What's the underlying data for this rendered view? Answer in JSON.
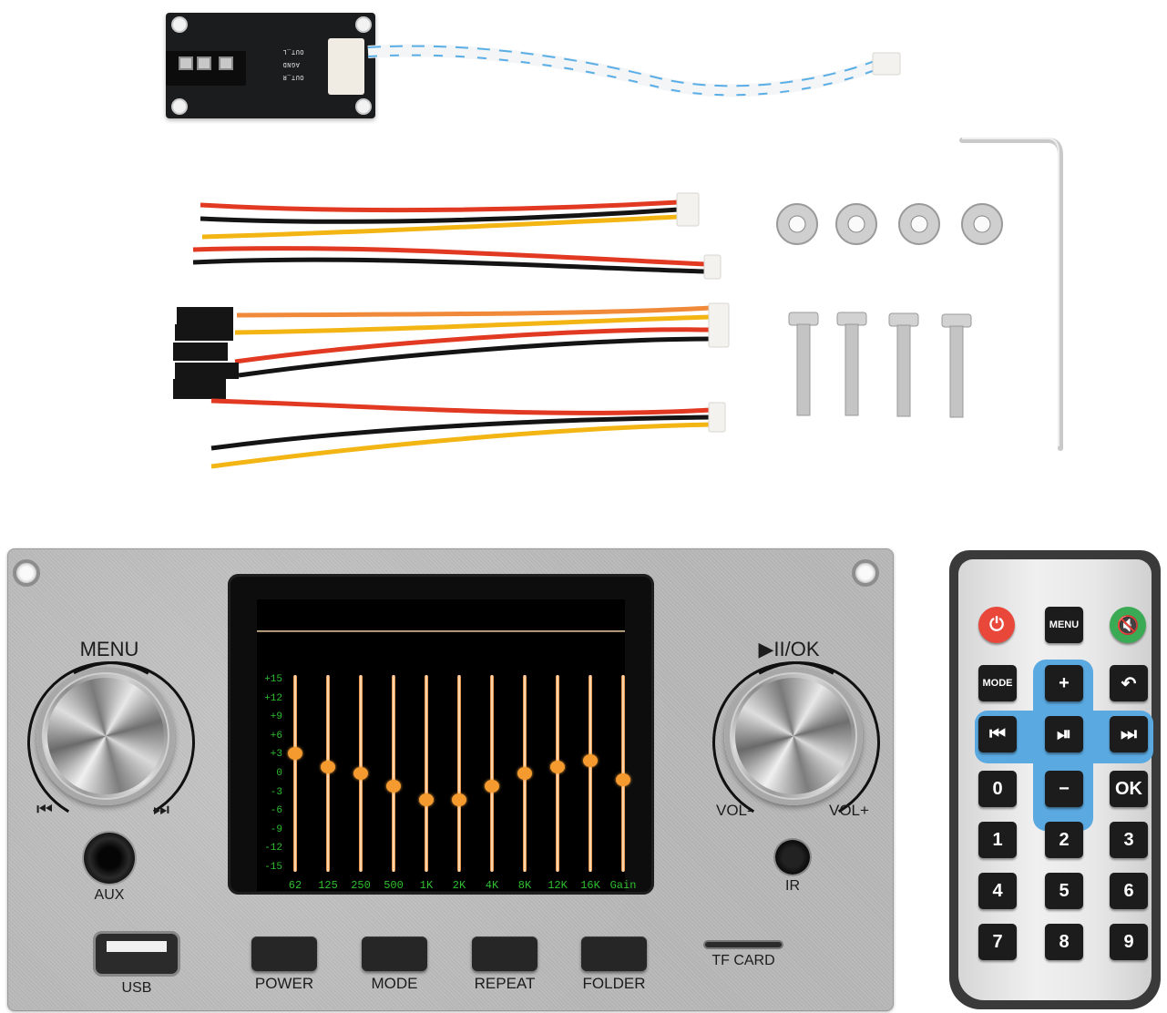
{
  "scene": {
    "title": "Audio decoder module kit with EQ display, cables, screws and IR remote"
  },
  "pcb_module": {
    "pin_labels": [
      "OUT_L",
      "AGND",
      "OUT_R"
    ]
  },
  "accessories": {
    "nut_count": 4,
    "screw_count": 4,
    "hex_key_count": 1,
    "cable_colors": {
      "red": "#e23a22",
      "black": "#141414",
      "yellow": "#f2b514",
      "orange": "#f08a3a",
      "blue_stripe": "#5aaee6"
    }
  },
  "panel": {
    "left_knob": {
      "label": "MENU",
      "prev_icon": "⏮",
      "next_icon": "⏭"
    },
    "right_knob": {
      "label": "▶II/OK",
      "vol_minus": "VOL-",
      "vol_plus": "VOL+"
    },
    "aux_label": "AUX",
    "usb_label": "USB",
    "ir_label": "IR",
    "tf_label": "TF CARD",
    "buttons": [
      {
        "label": "POWER"
      },
      {
        "label": "MODE"
      },
      {
        "label": "REPEAT"
      },
      {
        "label": "FOLDER"
      }
    ]
  },
  "equalizer": {
    "scale_min": -15,
    "scale_max": 15,
    "ticks": [
      "+15",
      "+12",
      "+9",
      "+6",
      "+3",
      "0",
      "-3",
      "-6",
      "-9",
      "-12",
      "-15"
    ],
    "bands": [
      {
        "label": "62",
        "value": 3
      },
      {
        "label": "125",
        "value": 1
      },
      {
        "label": "250",
        "value": 0
      },
      {
        "label": "500",
        "value": -2
      },
      {
        "label": "1K",
        "value": -4
      },
      {
        "label": "2K",
        "value": -4
      },
      {
        "label": "4K",
        "value": -2
      },
      {
        "label": "8K",
        "value": 0
      },
      {
        "label": "12K",
        "value": 1
      },
      {
        "label": "16K",
        "value": 2
      },
      {
        "label": "Gain",
        "value": -1
      }
    ],
    "colors": {
      "label_green": "#2fbf2f",
      "knob_orange": "#f59a2e"
    }
  },
  "remote": {
    "rows": [
      [
        {
          "name": "power",
          "label": "⏻",
          "color": "#e8473a"
        },
        {
          "name": "menu",
          "label": "MENU"
        },
        {
          "name": "mute",
          "label": "🔇",
          "color": "#3aaa55"
        }
      ],
      [
        {
          "name": "mode",
          "label": "MODE"
        },
        {
          "name": "plus",
          "label": "+"
        },
        {
          "name": "back",
          "label": "↶"
        }
      ],
      [
        {
          "name": "prev",
          "label": "⏮"
        },
        {
          "name": "play-pause",
          "label": "⏯"
        },
        {
          "name": "next",
          "label": "⏭"
        }
      ],
      [
        {
          "name": "digit-0",
          "label": "0"
        },
        {
          "name": "minus",
          "label": "−"
        },
        {
          "name": "ok",
          "label": "OK"
        }
      ],
      [
        {
          "name": "digit-1",
          "label": "1"
        },
        {
          "name": "digit-2",
          "label": "2"
        },
        {
          "name": "digit-3",
          "label": "3"
        }
      ],
      [
        {
          "name": "digit-4",
          "label": "4"
        },
        {
          "name": "digit-5",
          "label": "5"
        },
        {
          "name": "digit-6",
          "label": "6"
        }
      ],
      [
        {
          "name": "digit-7",
          "label": "7"
        },
        {
          "name": "digit-8",
          "label": "8"
        },
        {
          "name": "digit-9",
          "label": "9"
        }
      ]
    ]
  }
}
